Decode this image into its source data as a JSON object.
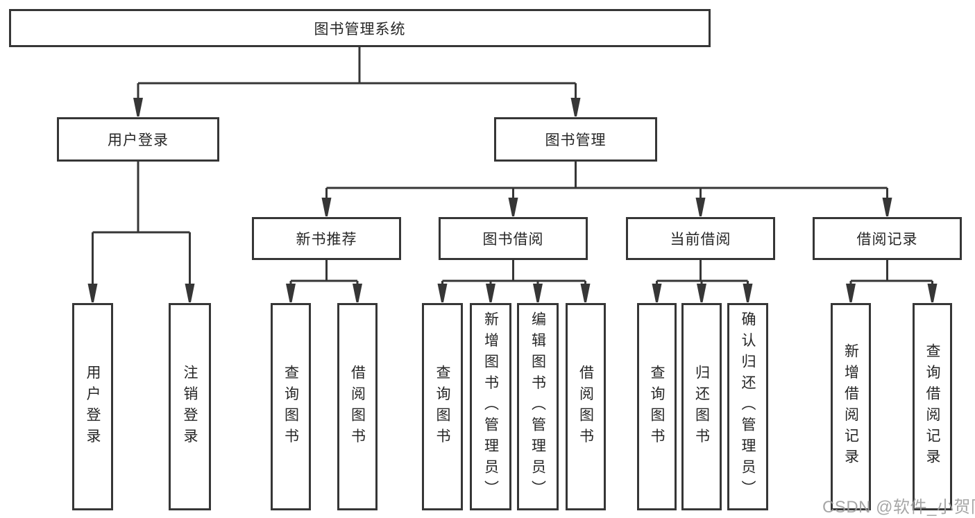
{
  "diagram": {
    "type": "function-structure-tree",
    "colors": {
      "line": "#363636",
      "node_border": "#363636",
      "node_background": "#ffffff",
      "text": "#262626",
      "watermark_text": "#9d9d9d",
      "page_background": "#ffffff"
    },
    "tree": {
      "label": "图书管理系统",
      "children": [
        {
          "label": "用户登录",
          "children": [
            {
              "label": "用户登录"
            },
            {
              "label": "注销登录"
            }
          ]
        },
        {
          "label": "图书管理",
          "children": [
            {
              "label": "新书推荐",
              "children": [
                {
                  "label": "查询图书"
                },
                {
                  "label": "借阅图书"
                }
              ]
            },
            {
              "label": "图书借阅",
              "children": [
                {
                  "label": "查询图书"
                },
                {
                  "label": "新增图书（管理员）"
                },
                {
                  "label": "编辑图书（管理员）"
                },
                {
                  "label": "借阅图书"
                }
              ]
            },
            {
              "label": "当前借阅",
              "children": [
                {
                  "label": "查询图书"
                },
                {
                  "label": "归还图书"
                },
                {
                  "label": "确认归还（管理员）"
                }
              ]
            },
            {
              "label": "借阅记录",
              "children": [
                {
                  "label": "新增借阅记录"
                },
                {
                  "label": "查询借阅记录"
                }
              ]
            }
          ]
        }
      ]
    },
    "watermark": {
      "text": "CSDN @软件_小贺同学"
    }
  }
}
